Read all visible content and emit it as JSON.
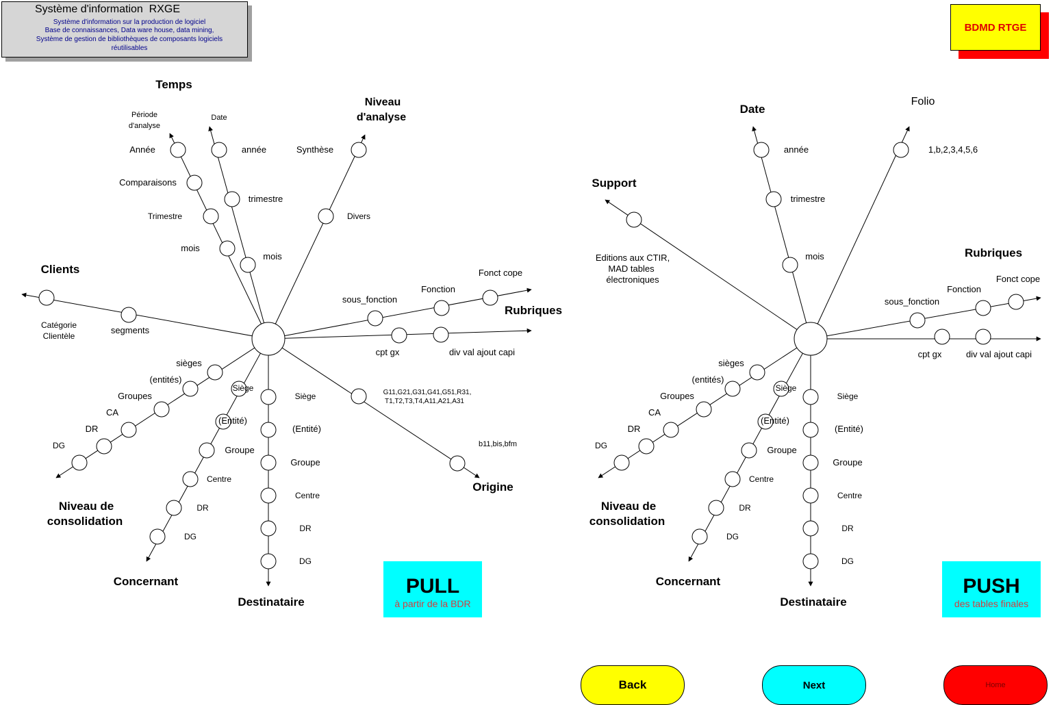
{
  "header": {
    "title": "Système d'information  RXGE",
    "lines": [
      "Système d'information sur la production de logiciel",
      "Base de connaissances, Data ware house, data mining,",
      "Système de gestion de bibliothèques de composants logiciels",
      "réutilisables"
    ]
  },
  "badge": {
    "label": "BDMD RTGE"
  },
  "pull": {
    "title": "PULL",
    "subtitle": "à partir de la BDR"
  },
  "push": {
    "title": "PUSH",
    "subtitle": "des tables finales"
  },
  "nav": {
    "back": "Back",
    "next": "Next",
    "home": "Home"
  },
  "colors": {
    "badge": "#ffff00",
    "badge_shadow": "#ff0000",
    "mode_box": "#00ffff",
    "back": "#ffff00",
    "next": "#00ffff",
    "home": "#ff0000"
  },
  "left_diagram": {
    "temps": "Temps",
    "niveau_analyse_1": "Niveau",
    "niveau_analyse_2": "d'analyse",
    "periode_1": "Période",
    "periode_2": "d'analyse",
    "date": "Date",
    "annee_cap": "Année",
    "annee": "année",
    "synthese": "Synthèse",
    "comparaisons": "Comparaisons",
    "trimestre_cap": "Trimestre",
    "trimestre": "trimestre",
    "divers": "Divers",
    "mois": "mois",
    "clients": "Clients",
    "categorie_1": "Catégorie",
    "categorie_2": "Clientèle",
    "segments": "segments",
    "fonct_cope": "Fonct cope",
    "fonction": "Fonction",
    "sous_fonction": "sous_fonction",
    "rubriques": "Rubriques",
    "cpt_gx": "cpt gx",
    "div_val": "div val ajout capi",
    "sieges": "sièges",
    "entites": "(entités)",
    "groupes": "Groupes",
    "ca": "CA",
    "dr": "DR",
    "dg": "DG",
    "niveau_conso_1": "Niveau de",
    "niveau_conso_2": "consolidation",
    "siege": "Siège",
    "entite": "(Entité)",
    "groupe": "Groupe",
    "centre": "Centre",
    "concernant": "Concernant",
    "destinataire": "Destinataire",
    "origine_codes_1": "G11,G21,G31,G41,G51,R31,",
    "origine_codes_2": "T1,T2,T3,T4,A11,A21,A31",
    "b11": "b11,bis,bfm",
    "origine": "Origine"
  },
  "right_diagram": {
    "date": "Date",
    "folio": "Folio",
    "annee": "année",
    "folio_values": "1,b,2,3,4,5,6",
    "trimestre": "trimestre",
    "support": "Support",
    "mois": "mois",
    "editions_1": "Editions aux CTIR,",
    "editions_2": "MAD tables",
    "editions_3": "électroniques",
    "rubriques": "Rubriques",
    "fonct_cope": "Fonct cope",
    "fonction": "Fonction",
    "sous_fonction": "sous_fonction",
    "cpt_gx": "cpt gx",
    "div_val": "div val ajout capi",
    "sieges": "sièges",
    "entites": "(entités)",
    "groupes": "Groupes",
    "ca": "CA",
    "dr": "DR",
    "dg": "DG",
    "niveau_conso_1": "Niveau de",
    "niveau_conso_2": "consolidation",
    "siege": "Siège",
    "entite": "(Entité)",
    "groupe": "Groupe",
    "centre": "Centre",
    "concernant": "Concernant",
    "destinataire": "Destinataire"
  }
}
